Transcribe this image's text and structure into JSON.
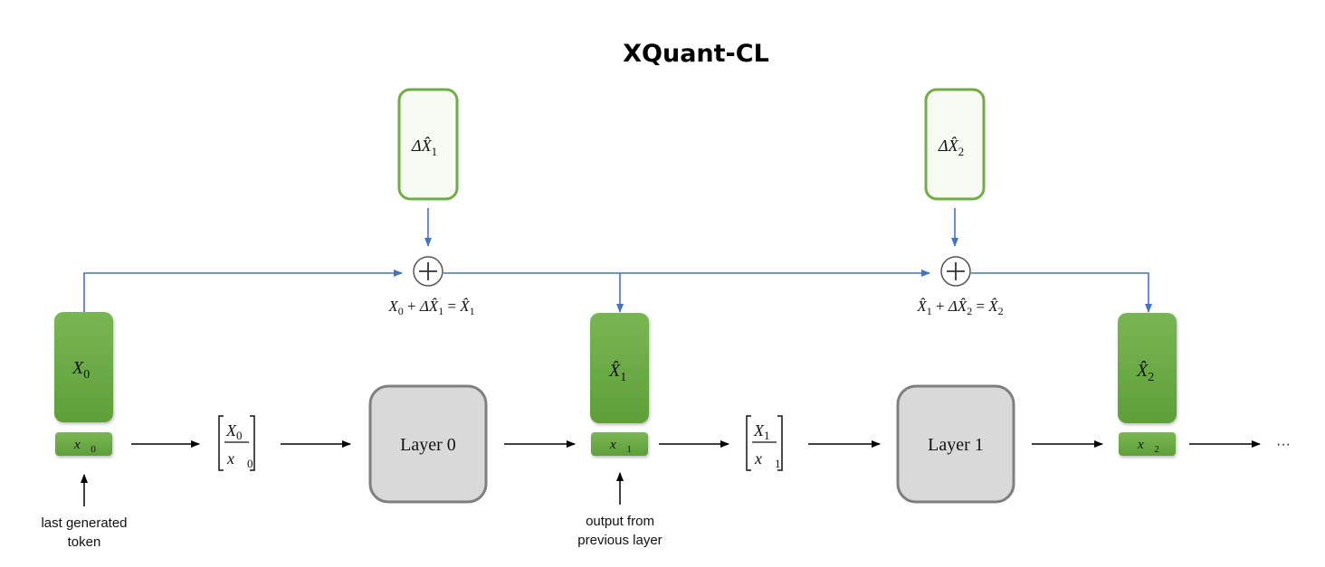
{
  "title": "XQuant-CL",
  "colors": {
    "green_fill": "#6aac45",
    "green_stroke": "#70ad47",
    "delta_fill": "#f8fbf4",
    "layer_fill": "#d9d9d9",
    "layer_stroke": "#808080",
    "blue_arrow": "#4472c4",
    "black_arrow": "#000000"
  },
  "deltas": [
    {
      "symbol": "ΔX̂",
      "sub": "1"
    },
    {
      "symbol": "ΔX̂",
      "sub": "2"
    }
  ],
  "adders": [
    {
      "glyph": "+",
      "equation": {
        "a": "X",
        "a_sub": "0",
        "plus": " + ",
        "b": "ΔX̂",
        "b_sub": "1",
        "eq": " = ",
        "c": "X̂",
        "c_sub": "1"
      }
    },
    {
      "glyph": "+",
      "equation": {
        "a": "X̂",
        "a_sub": "1",
        "plus": " + ",
        "b": "ΔX̂",
        "b_sub": "2",
        "eq": " = ",
        "c": "X̂",
        "c_sub": "2"
      }
    }
  ],
  "caches": [
    {
      "big": "X",
      "big_sub": "0",
      "small": "x⃗",
      "small_sub": "0"
    },
    {
      "big": "X̂",
      "big_sub": "1",
      "small": "x⃗",
      "small_sub": "1"
    },
    {
      "big": "X̂",
      "big_sub": "2",
      "small": "x⃗",
      "small_sub": "2"
    }
  ],
  "stacked_inputs": [
    {
      "top": "X",
      "top_sub": "0",
      "bottom": "x⃗",
      "bottom_sub": "0"
    },
    {
      "top": "X",
      "top_sub": "1",
      "bottom": "x⃗",
      "bottom_sub": "1"
    }
  ],
  "layers": [
    {
      "label": "Layer 0"
    },
    {
      "label": "Layer 1"
    }
  ],
  "captions": {
    "input_line1": "last generated",
    "input_line2": "token",
    "prev_line1": "output from",
    "prev_line2": "previous layer"
  },
  "ellipsis": "···"
}
